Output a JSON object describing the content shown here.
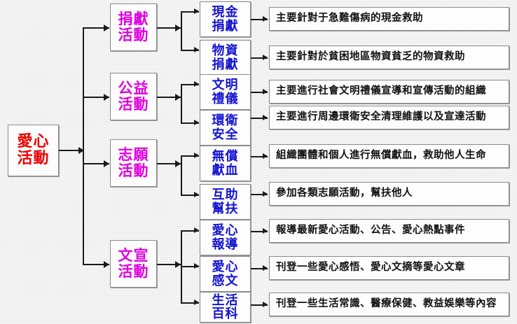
{
  "diagram": {
    "type": "tree",
    "title_text": "愛心活動",
    "colors": {
      "background": "#ececec",
      "box_fill": "#fdfdfd",
      "box_border": "#8a8a8a",
      "root_text": "#ee0000",
      "level2_text": "#e000e0",
      "level3_text": "#1414d2",
      "description_text": "#111111",
      "connector": "#1a1a1a"
    },
    "root": {
      "label": "愛心\n活動"
    },
    "level2": [
      {
        "label": "捐獻\n活動"
      },
      {
        "label": "公益\n活動"
      },
      {
        "label": "志願\n活動"
      },
      {
        "label": "文宣\n活動"
      }
    ],
    "level3": [
      {
        "label": "現金\n捐獻"
      },
      {
        "label": "物資\n捐獻"
      },
      {
        "label": "文明\n禮儀"
      },
      {
        "label": "環衛\n安全"
      },
      {
        "label": "無償\n獻血"
      },
      {
        "label": "互助\n幫扶"
      },
      {
        "label": "愛心\n報導"
      },
      {
        "label": "愛心\n感文"
      },
      {
        "label": "生活\n百科"
      }
    ],
    "descriptions": [
      {
        "text": "主要針對于急難傷病的現金救助"
      },
      {
        "text": "主要針對於貧困地區物資貧乏的物資救助"
      },
      {
        "text": "主要進行社會文明禮儀宣導和宣傳活動的組織"
      },
      {
        "text": "主要進行周邊環衛安全清理維護以及宣達活動"
      },
      {
        "text": "組織團體和個人進行無償獻血，救助他人生命"
      },
      {
        "text": "參加各類志願活動，幫扶他人"
      },
      {
        "text": "報導最新愛心活動、公告、愛心熱點事件"
      },
      {
        "text": "刊登一些愛心感悟、愛心文摘等愛心文章"
      },
      {
        "text": "刊登一些生活常識、醫療保健、教益娛樂等內容"
      }
    ]
  }
}
